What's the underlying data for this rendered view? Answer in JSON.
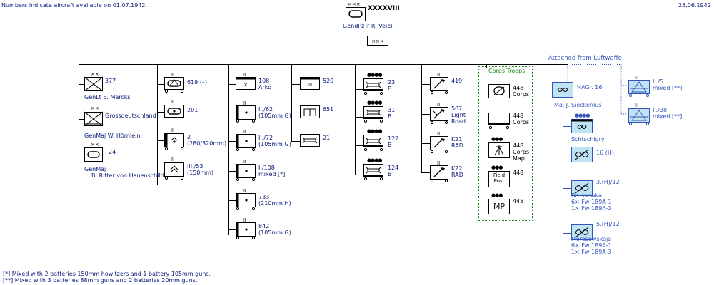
{
  "header": {
    "note": "Numbers indicate aircraft available on 01.07.1942.",
    "date": "25.06.1942"
  },
  "hq": {
    "echelon": "×××",
    "name": "XXXXVIII",
    "rank_line": "GendPzTr  R. Veiel"
  },
  "group_labels": {
    "corps_troops": "Corps Troops",
    "luftwaffe": "Attached from Luftwaffe"
  },
  "divisions": [
    {
      "echelon": "××",
      "num": "377",
      "cmd1": "GenLt  E. Marcks",
      "cmd2": ""
    },
    {
      "echelon": "××",
      "num": "Grossdeutschland",
      "cmd1": "GenMaj  W. Hörnlein",
      "cmd2": ""
    },
    {
      "echelon": "××",
      "num": "24",
      "cmd1": "GenMaj",
      "cmd2": "B. Ritter von Hauenschild"
    }
  ],
  "col2": [
    {
      "echelon": "II",
      "l1": "619 (–)",
      "l2": ""
    },
    {
      "echelon": "II",
      "l1": "201",
      "l2": ""
    },
    {
      "echelon": "II",
      "l1": "2",
      "l2": "(280/320mm)"
    },
    {
      "echelon": "II",
      "l1": "III./53",
      "l2": "(150mm)"
    }
  ],
  "col3": [
    {
      "echelon": "II",
      "l1": "108",
      "l2": "Arko"
    },
    {
      "echelon": "II",
      "l1": "II./62",
      "l2": "(105mm G)"
    },
    {
      "echelon": "II",
      "l1": "II./72",
      "l2": "(105mm G)"
    },
    {
      "echelon": "II",
      "l1": "I./108",
      "l2": "mixed [*]"
    },
    {
      "echelon": "II",
      "l1": "733",
      "l2": "(210mm H)"
    },
    {
      "echelon": "II",
      "l1": "842",
      "l2": "(105mm G)"
    }
  ],
  "col4": [
    {
      "echelon": "III",
      "l1": "520"
    },
    {
      "echelon": "",
      "l1": "651"
    },
    {
      "echelon": "",
      "l1": "21"
    }
  ],
  "col5": [
    {
      "echelon": "●●●●",
      "l1": "23",
      "l2": "B"
    },
    {
      "echelon": "●●●●",
      "l1": "31",
      "l2": "B"
    },
    {
      "echelon": "●●●●",
      "l1": "122",
      "l2": "B"
    },
    {
      "echelon": "●●●●",
      "l1": "124",
      "l2": "B"
    }
  ],
  "col6": [
    {
      "echelon": "II",
      "l1": "419",
      "l2": "",
      "l3": ""
    },
    {
      "echelon": "II",
      "l1": "507",
      "l2": "Light",
      "l3": "Road"
    },
    {
      "echelon": "II",
      "l1": "K21",
      "l2": "RAD",
      "l3": ""
    },
    {
      "echelon": "II",
      "l1": "K22",
      "l2": "RAD",
      "l3": ""
    }
  ],
  "corps_troops": [
    {
      "echelon": "",
      "l1": "448",
      "l2": "Corps",
      "l3": ""
    },
    {
      "echelon": "",
      "l1": "448",
      "l2": "Corps",
      "l3": ""
    },
    {
      "echelon": "●●●",
      "l1": "448",
      "l2": "Corps",
      "l3": "Map"
    },
    {
      "echelon": "●●●",
      "l1": "448",
      "l2": "",
      "l3": "",
      "box": "Field\nPost"
    },
    {
      "echelon": "●●●",
      "l1": "448",
      "l2": "",
      "l3": "",
      "box": "MP"
    }
  ],
  "luftwaffe_main": {
    "name": "NAGr. 16",
    "cmd": "Maj  J. Sieckenius"
  },
  "lw_chain": [
    {
      "echelon": "",
      "l1": "Schtschigry",
      "l2": "",
      "l3": ""
    },
    {
      "echelon": "",
      "l1": "16 (H)",
      "l2": "",
      "l3": ""
    },
    {
      "echelon": "",
      "l1": "3.(H)/12",
      "l2": "Brussowka",
      "l3": "6× Fw 189A-1",
      "l4": "1× Fw 189A-3"
    },
    {
      "echelon": "",
      "l1": "5.(H)/12",
      "l2": "Morosowskaja",
      "l3": "6× Fw 189A-1",
      "l4": "1× Fw 189A-3"
    }
  ],
  "lw_flak": [
    {
      "echelon": "II",
      "l1": "II./5",
      "l2": "mixed [**]"
    },
    {
      "echelon": "II",
      "l1": "II./38",
      "l2": "mixed [**]"
    }
  ],
  "footnotes": {
    "f1": "[*] Mixed with 2 batteries 150mm howitzers and 1 battery 105mm guns.",
    "f2": "[**] Mixed with 3 batteries 88mm guns and 2 batteries 20mm guns."
  }
}
